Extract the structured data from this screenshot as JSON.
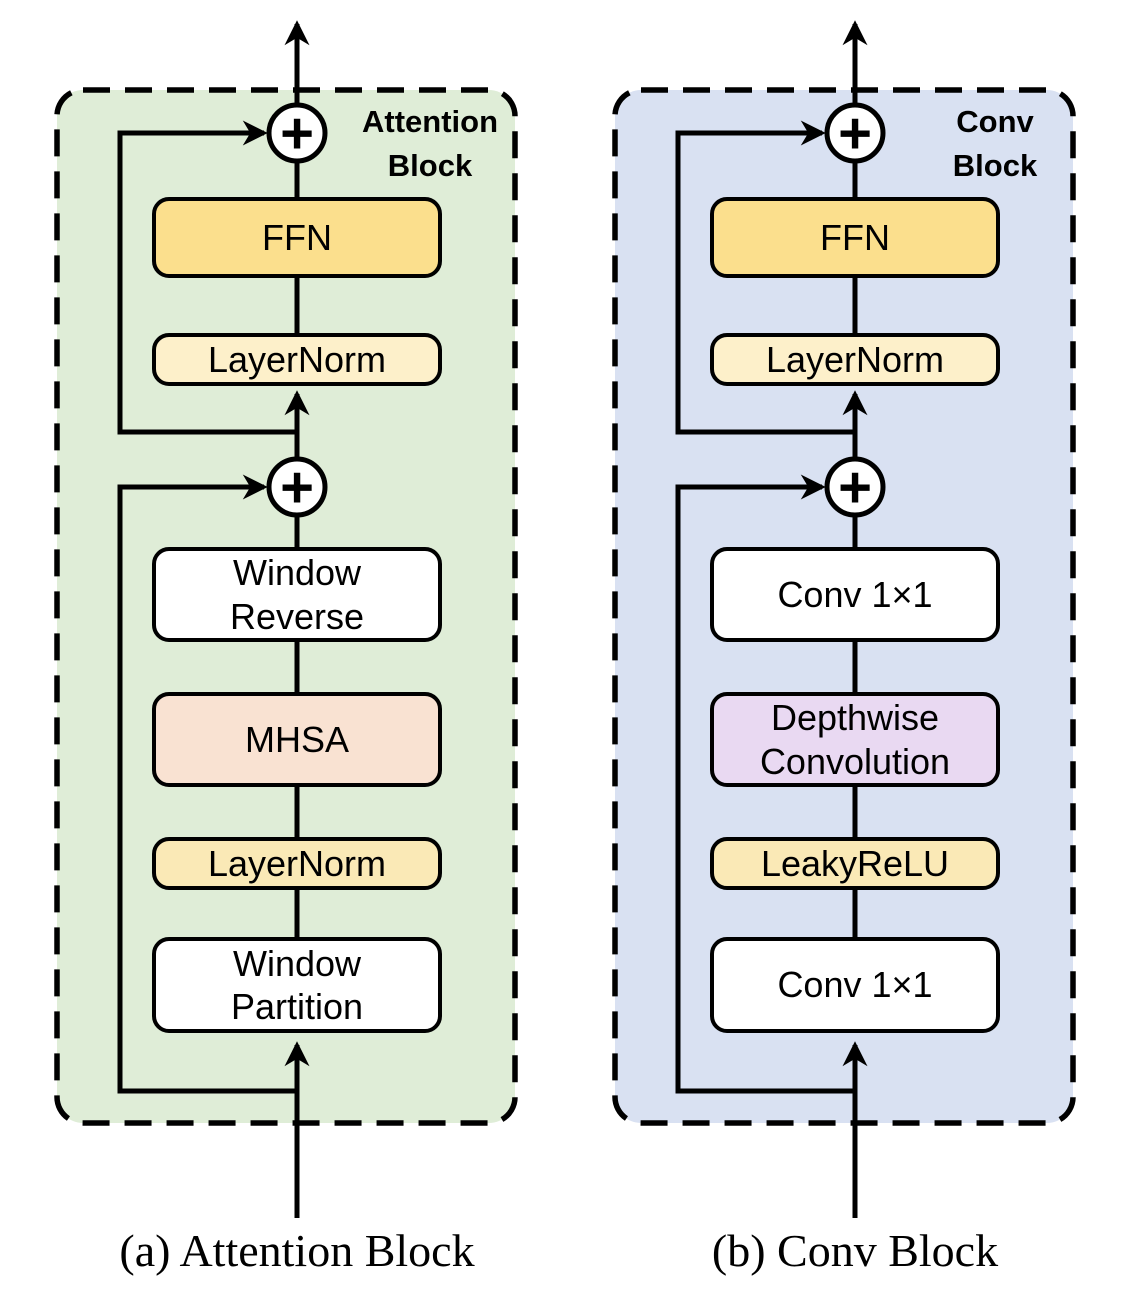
{
  "figure": {
    "caption_a": "(a) Attention Block",
    "caption_b": "(b) Conv Block"
  },
  "icons": {
    "add": "+"
  },
  "colors": {
    "attention_bg": "#DFEDD7",
    "conv_bg": "#D9E1F2",
    "ffn": "#FBDF8D",
    "layernorm_light": "#FDF0CA",
    "layernorm_deep": "#FAE9B6",
    "mhsa": "#F9E2D2",
    "depthwise": "#E9D9F2",
    "plain_box": "#FFFFFF",
    "line": "#000000"
  },
  "attention_block": {
    "title": "Attention\nBlock",
    "nodes": {
      "ffn": "FFN",
      "layernorm_top": "LayerNorm",
      "window_reverse": "Window\nReverse",
      "mhsa": "MHSA",
      "layernorm_bottom": "LayerNorm",
      "window_partition": "Window\nPartition"
    }
  },
  "conv_block": {
    "title": "Conv\nBlock",
    "nodes": {
      "ffn": "FFN",
      "layernorm_top": "LayerNorm",
      "conv_top": "Conv 1×1",
      "depthwise": "Depthwise\nConvolution",
      "leakyrelu": "LeakyReLU",
      "conv_bottom": "Conv 1×1"
    }
  }
}
